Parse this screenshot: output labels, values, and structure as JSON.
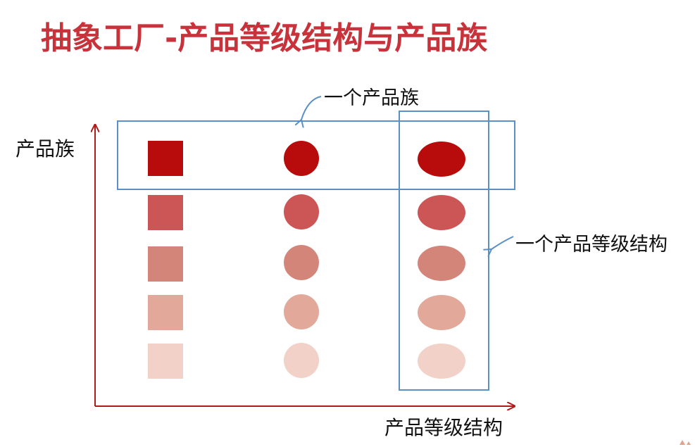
{
  "title": "抽象工厂-产品等级结构与产品族",
  "axis": {
    "y_label": "产品族",
    "x_label": "产品等级结构"
  },
  "annotations": {
    "one_family": "一个产品族",
    "one_level": "一个产品等级结构"
  },
  "colors": {
    "title": "#c8323a",
    "axis": "#b01a1a",
    "highlight_box": "#5b8fc7",
    "shade_1": "#b80c0c",
    "shade_2": "#cc5555",
    "shade_3": "#d4857a",
    "shade_4": "#e2a89a",
    "shade_5": "#f2d2c8"
  },
  "grid": {
    "columns": [
      "square",
      "circle",
      "ellipse"
    ],
    "rows": [
      "shade_1",
      "shade_2",
      "shade_3",
      "shade_4",
      "shade_5"
    ]
  }
}
